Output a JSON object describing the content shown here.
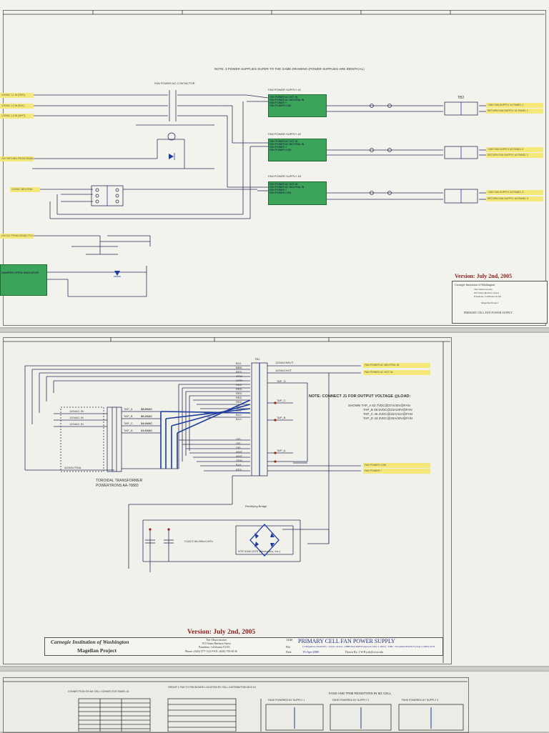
{
  "sheet1": {
    "note": "NOTE: 3 POWER SUPPLIES SUPER TO THE SAME DRAWING (POWER SUPPLIES ARE IDENTICAL)",
    "contactor_label": "FAN POWER AC CONTACTOR",
    "left_tags": [
      "120VAC L1 IN (RED)",
      "120VAC L2 IN (BLK)",
      "120VAC L3 IN (WHT)",
      "24V RETURN FROM PANEL",
      "120VAC NEUTRAL",
      "24V DC FROM IODISC PLC"
    ],
    "supply_blocks": [
      {
        "title": "FAN POWER SUPPLY #1",
        "lines": [
          "FAN POWER AC HOT IN",
          "FAN POWER AC NEUTRAL IN",
          "FAN POWER +",
          "FAN POWER COM"
        ]
      },
      {
        "title": "FAN POWER SUPPLY #2",
        "lines": [
          "FAN POWER AC HOT IN",
          "FAN POWER AC NEUTRAL IN",
          "FAN POWER +",
          "FAN POWER COM"
        ]
      },
      {
        "title": "FAN POWER SUPPLY #3",
        "lines": [
          "FAN POWER AC HOT IN",
          "FAN POWER AC NEUTRAL IN",
          "FAN POWER +",
          "FAN POWER COM"
        ]
      }
    ],
    "left_green_block": "DAMPER OPEN INDICATOR",
    "tb_label": "TB2",
    "right_tags": [
      "+48V FAN SUPPLY #1 PANEL 1",
      "RETURN FAN SUPPLY #1 PANEL 1",
      "+48V FAN SUPPLY #2 PANEL 2",
      "RETURN FAN SUPPLY #2 PANEL 2",
      "+48V FAN SUPPLY #3 PANEL 3",
      "RETURN FAN SUPPLY #3 PANEL 3"
    ],
    "version": "Version: July 2nd, 2005",
    "titleblock_lines": [
      "Carnegie Institution of Washington",
      "The Observatories",
      "813 Santa Barbara Street",
      "Pasadena, California 91101",
      "Magellan Project",
      "PRIMARY CELL FAN POWER SUPPLY"
    ]
  },
  "sheet2": {
    "wire_colors": [
      "BLK",
      "BRN",
      "RED",
      "ORG",
      "GRN",
      "RED",
      "RED",
      "RED",
      "RED",
      "RED",
      "BLU",
      "BLU",
      "BLU",
      "BLU"
    ],
    "wire_colors_low": [
      "YEL",
      "YEL",
      "YEL",
      "WHT",
      "WHT",
      "GRN",
      "BLK",
      "RED"
    ],
    "out_labels": [
      "120VACNEUT",
      "120VACHOT"
    ],
    "out_tags": [
      "FAN POWER AC NEUTRAL IN",
      "FAN POWER AC HOT IN"
    ],
    "out_tags_low": [
      "FAN POWER COM",
      "FAN POWER +"
    ],
    "primary_labels": [
      "120VAC IN",
      "120VAC IN",
      "120VAC IN"
    ],
    "neutral_label": "ACNEUTRAL",
    "taps": [
      {
        "name": "TAP_A",
        "voltage": "38.5VAC"
      },
      {
        "name": "TAP_B",
        "voltage": "36.2VAC"
      },
      {
        "name": "TAP_C",
        "voltage": "34.0VAC"
      },
      {
        "name": "TAP_D",
        "voltage": "31.6VAC"
      }
    ],
    "tap_points": [
      "TAP_D",
      "TAP_C",
      "TAP_B",
      "TAP_A"
    ],
    "tb_name": "TB1",
    "note_connect": "NOTE: CONNECT J1 FOR OUTPUT VOLTAGE @LOAD:",
    "shown_lines": [
      "SHOWN  TAP_A  52.7VDC@27A/40V@FAN",
      "TAP_B  49.5VDC@23A/40V@FAN",
      "TAP_C  46.4VDC@22A/41V@FAN",
      "TAP_D  43.3VDC@20A/40V@FAN"
    ],
    "transformer_label": "TOROIDAL TRANSFORMER",
    "transformer_part": "POWERTRONS AA-70883",
    "bridge_label": "Rectifying Bridge",
    "bridge_part": "NTE 5340 (NTE Electronics, Inc.)",
    "cap_label": "C1&C2 68,000uf,100V",
    "version": "Version: July 2nd, 2005",
    "titleblock": {
      "org": "Carnegie Institution of Washington",
      "project": "Magellan Project",
      "addr1": "The Observatories",
      "addr2": "813 Santa Barbara Street",
      "addr3": "Pasadena, California 91101",
      "phone": "Phone: (626) 577-1122    FAX: (626) 795-8136",
      "title_label": "Title",
      "title": "PRIMARY CELL FAN POWER SUPPLY",
      "file_label": "File",
      "file": "C:\\Magellan schematics - Latest version - DBB files\\2005\\Fanpower (July 2, 2005) - TRB - Document\\FAN4V3 (July 2 2005).SCH",
      "date_label": "Date",
      "date": "15-Apr-2009",
      "drawn": "Drawn By: J.W.B   jwb@ociw.edu"
    }
  },
  "sheet3": {
    "left_title": "CONNECTION ON M1 CELL CONNECTOR PANEL #1",
    "center_title": "GROUP 1 FAN TO FAN BOARD LOCATION BY CELL DISTRIBUTION BOX #1",
    "right_title": "FANS AND TRIM RESISTORS IN M1 CELL",
    "sub_titles": [
      "FANS POWERED BY SUPPLY 1",
      "FANS POWERED BY SUPPLY 2",
      "FANS POWERED BY SUPPLY 3"
    ]
  }
}
